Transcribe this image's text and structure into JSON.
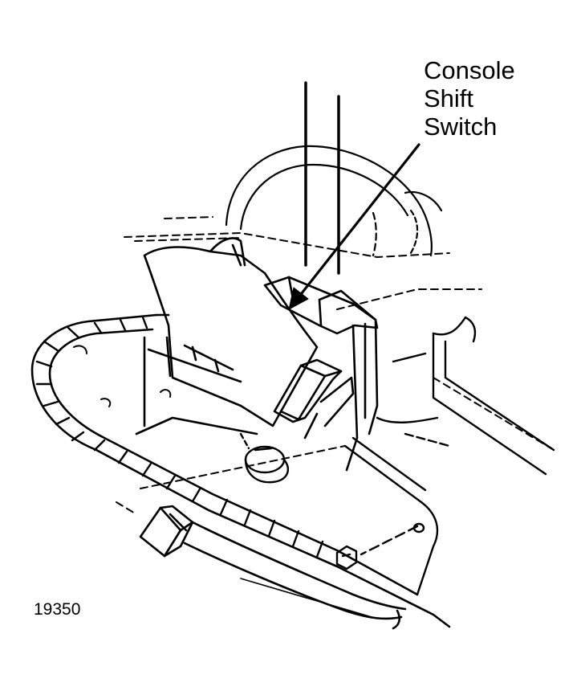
{
  "callout": {
    "line1": "Console",
    "line2": "Shift",
    "line3": "Switch"
  },
  "figure_number": "19350",
  "colors": {
    "ink": "#000000",
    "paper": "#ffffff"
  }
}
